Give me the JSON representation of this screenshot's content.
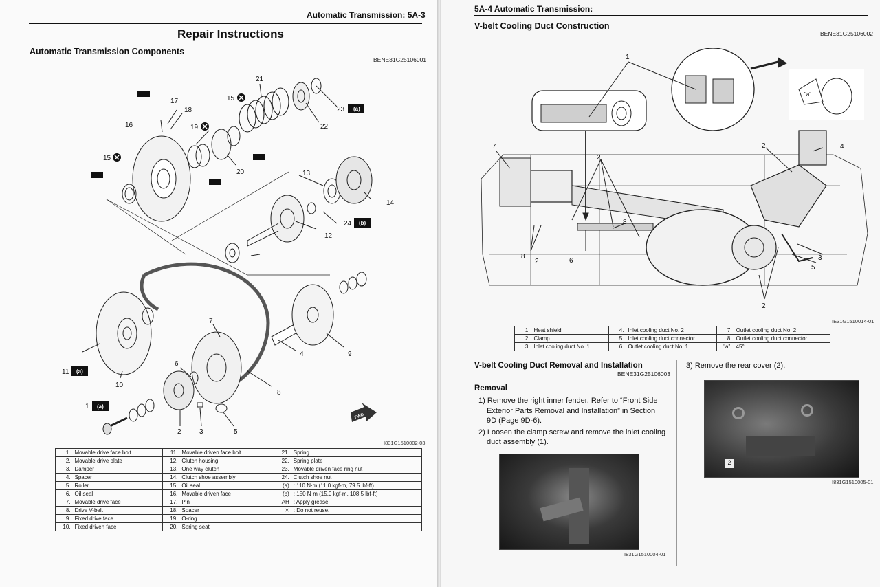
{
  "left_page": {
    "header": "Automatic Transmission:   5A-3",
    "title": "Repair Instructions",
    "section": "Automatic Transmission Components",
    "section_code": "BENE31G25106001",
    "figure_code": "I831G1510002-03",
    "fwd_label": "FWD",
    "callouts": {
      "c1": "1",
      "c2": "2",
      "c3": "3",
      "c4": "4",
      "c5": "5",
      "c6": "6",
      "c7": "7",
      "c8": "8",
      "c9": "9",
      "c10": "10",
      "c11": "11",
      "c12": "12",
      "c13": "13",
      "c14": "14",
      "c15a": "15",
      "c15b": "15",
      "c16": "16",
      "c17": "17",
      "c18": "18",
      "c19": "19",
      "c20": "20",
      "c21": "21",
      "c22": "22",
      "c23": "23",
      "c24": "24",
      "sa": "(a)",
      "sb": "(b)"
    },
    "parts_col1": [
      {
        "n": "1.",
        "t": "Movable drive face bolt"
      },
      {
        "n": "2.",
        "t": "Movable drive plate"
      },
      {
        "n": "3.",
        "t": "Damper"
      },
      {
        "n": "4.",
        "t": "Spacer"
      },
      {
        "n": "5.",
        "t": "Roller"
      },
      {
        "n": "6.",
        "t": "Oil seal"
      },
      {
        "n": "7.",
        "t": "Movable drive face"
      },
      {
        "n": "8.",
        "t": "Drive V-belt"
      },
      {
        "n": "9.",
        "t": "Fixed drive face"
      },
      {
        "n": "10.",
        "t": "Fixed driven face"
      }
    ],
    "parts_col2": [
      {
        "n": "11.",
        "t": "Movable driven face bolt"
      },
      {
        "n": "12.",
        "t": "Clutch housing"
      },
      {
        "n": "13.",
        "t": "One way clutch"
      },
      {
        "n": "14.",
        "t": "Clutch shoe assembly"
      },
      {
        "n": "15.",
        "t": "Oil seal"
      },
      {
        "n": "16.",
        "t": "Movable driven face"
      },
      {
        "n": "17.",
        "t": "Pin"
      },
      {
        "n": "18.",
        "t": "Spacer"
      },
      {
        "n": "19.",
        "t": "O-ring"
      },
      {
        "n": "20.",
        "t": "Spring seat"
      }
    ],
    "parts_col3": [
      {
        "n": "21.",
        "t": "Spring"
      },
      {
        "n": "22.",
        "t": "Spring plate"
      },
      {
        "n": "23.",
        "t": "Movable driven face ring nut"
      },
      {
        "n": "24.",
        "t": "Clutch shoe nut"
      },
      {
        "n": "(a)",
        "t": ":  110 N·m (11.0 kgf-m, 79.5 lbf-ft)"
      },
      {
        "n": "(b)",
        "t": ":  150 N·m (15.0 kgf-m, 108.5 lbf-ft)"
      },
      {
        "n": "AH",
        "t": ":  Apply grease."
      },
      {
        "n": "✕",
        "t": ":  Do not reuse."
      },
      {
        "n": "",
        "t": ""
      },
      {
        "n": "",
        "t": ""
      }
    ]
  },
  "right_page": {
    "header": "5A-4   Automatic Transmission:",
    "title": "V-belt Cooling Duct Construction",
    "title_code": "BENE31G25106002",
    "figure_code": "IE31G1510014-01",
    "callouts": {
      "d1": "1",
      "d2a": "2",
      "d2b": "2",
      "d2c": "2",
      "d2d": "2",
      "d3": "3",
      "d4": "4",
      "d5": "5",
      "d6": "6",
      "d7": "7",
      "d8a": "8",
      "d8b": "8",
      "angle": "\"a\""
    },
    "legend_rows": [
      [
        "1.",
        "Heat shield",
        "4.",
        "Inlet cooling duct No. 2",
        "7.",
        "Outlet cooling duct No. 2"
      ],
      [
        "2.",
        "Clamp",
        "5.",
        "Inlet cooling duct connector",
        "8.",
        "Outlet cooling duct connector"
      ],
      [
        "3.",
        "Inlet cooling duct No. 1",
        "6.",
        "Outlet cooling duct No. 1",
        "\"a\":",
        "45°"
      ]
    ],
    "section": "V-belt Cooling Duct Removal and Installation",
    "section_code": "BENE31G25106003",
    "removal_heading": "Removal",
    "steps": [
      "1) Remove the right inner fender. Refer to “Front Side Exterior Parts Removal and Installation” in Section 9D (Page 9D-6).",
      "2) Loosen the clamp screw and remove the inlet cooling duct assembly (1).",
      "3) Remove the rear cover (2)."
    ],
    "photo1_code": "I831G1510004-01",
    "photo2_code": "I831G1510005-01",
    "photo2_callout": "2"
  }
}
